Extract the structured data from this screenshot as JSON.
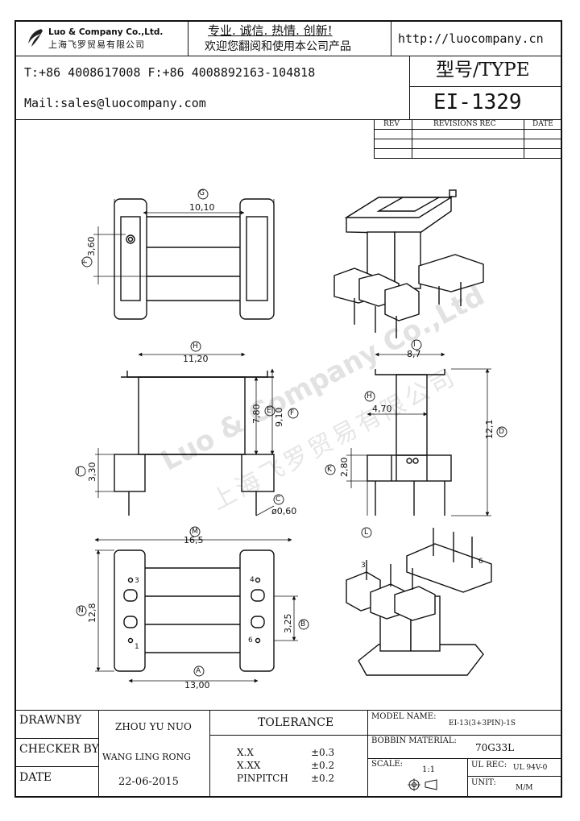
{
  "header": {
    "company_name": "Luo & Company Co.,Ltd.",
    "company_name_cn": "上海飞罗贸易有限公司",
    "slogan": "专业. 诚信.  热情.  创新!",
    "slogan_line2": "欢迎您翻阅和使用本公司产品",
    "website": "http://luocompany.cn",
    "contact_phone": "T:+86 4008617008 F:+86 4008892163-104818",
    "contact_mail": "Mail:sales@luocompany.com",
    "type_label": "型号/TYPE",
    "model": "EI-1329"
  },
  "revisions": {
    "col_rev": "REV",
    "col_rec": "REVISIONS REC",
    "col_date": "DATE"
  },
  "watermark": {
    "line1": "Luo & Company Co.,Ltd",
    "line2": "上海飞罗贸易有限公司"
  },
  "dimensions": {
    "g_label": "G",
    "g_value": "10,10",
    "f_label_top": "F",
    "f_value_top": "3,60",
    "h_label": "H",
    "h_value": "11,20",
    "e_label": "E",
    "e_value": "7,80",
    "f_label": "F",
    "f_value": "9,10",
    "j_label": "J",
    "j_value": "3,30",
    "c_label": "C",
    "c_value": "ø0,60",
    "i_label": "I",
    "i_value": "8,7",
    "hh_label": "H",
    "hh_value": "4,70",
    "d_label": "D",
    "d_value": "12,1",
    "k_label": "K",
    "k_value": "2,80",
    "l_label": "L",
    "m_label": "M",
    "m_value": "16,5",
    "n_label": "N",
    "n_value": "12,8",
    "b_label": "B",
    "b_value": "3,25",
    "a_label": "A",
    "a_value": "13,00",
    "pin1": "1",
    "pin3": "3",
    "pin4": "4",
    "pin6": "6",
    "iso_pin3": "3",
    "iso_pin6": "6"
  },
  "title_block": {
    "drawnby_label": "DRAWNBY",
    "drawnby_value": "ZHOU YU NUO",
    "checker_label": "CHECKER BY",
    "checker_value": "WANG LING RONG",
    "date_label": "DATE",
    "date_value": "22-06-2015",
    "tolerance_label": "TOLERANCE",
    "tol_rows": [
      {
        "label": "X.X",
        "value": "±0.3"
      },
      {
        "label": "X.XX",
        "value": "±0.2"
      },
      {
        "label": "PINPITCH",
        "value": "±0.2"
      }
    ],
    "model_name_label": "MODEL NAME:",
    "model_name_value": "EI-13(3+3PIN)-1S",
    "bobbin_label": "BOBBIN MATERIAL:",
    "bobbin_value": "70G33L",
    "scale_label": "SCALE:",
    "scale_value": "1:1",
    "ul_label": "UL REC:",
    "ul_value": "UL 94V-0",
    "unit_label": "UNIT:",
    "unit_value": "M/M"
  }
}
